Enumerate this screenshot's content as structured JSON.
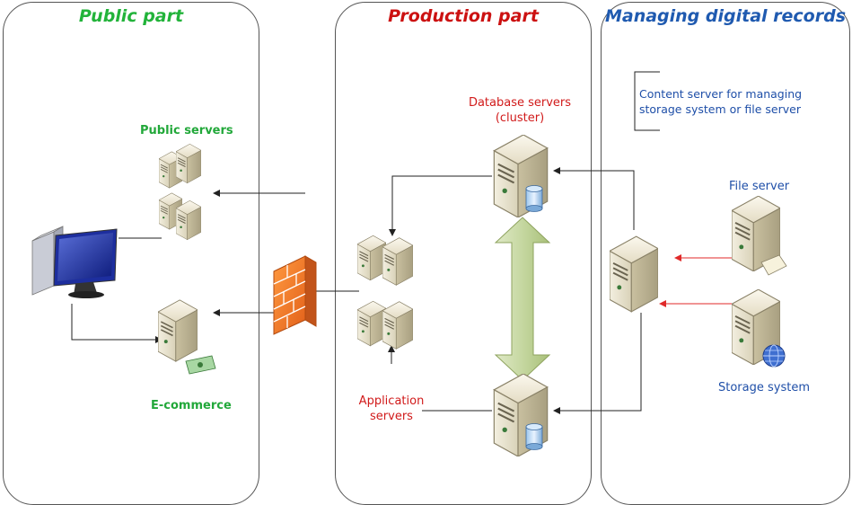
{
  "panels": {
    "public": {
      "title": "Public part",
      "color": "#22b33a"
    },
    "production": {
      "title": "Production part",
      "color": "#cc1111"
    },
    "managing": {
      "title": "Managing digital records",
      "color": "#1f5ab0"
    }
  },
  "labels": {
    "public_servers": "Public servers",
    "ecommerce": "E-commerce",
    "database_servers_line1": "Database servers",
    "database_servers_line2": "(cluster)",
    "application_servers_line1": "Application",
    "application_servers_line2": "servers",
    "content_server_line1": "Content server for managing",
    "content_server_line2": "storage system or file server",
    "file_server": "File server",
    "storage_system": "Storage system"
  },
  "icons": {
    "workstation": "desktop-computer-icon",
    "firewall": "firewall-icon",
    "server": "server-icon",
    "database": "database-cylinder-icon",
    "money": "money-icon",
    "folder": "folder-icon",
    "globe": "globe-icon"
  }
}
